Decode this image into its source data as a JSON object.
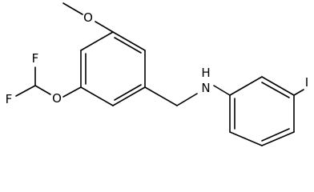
{
  "molecule": {
    "atoms": {
      "o_methoxy": "O",
      "o_ether": "O",
      "f_upper": "F",
      "f_lower": "F",
      "nh": "H",
      "n": "N",
      "i": "I"
    }
  }
}
